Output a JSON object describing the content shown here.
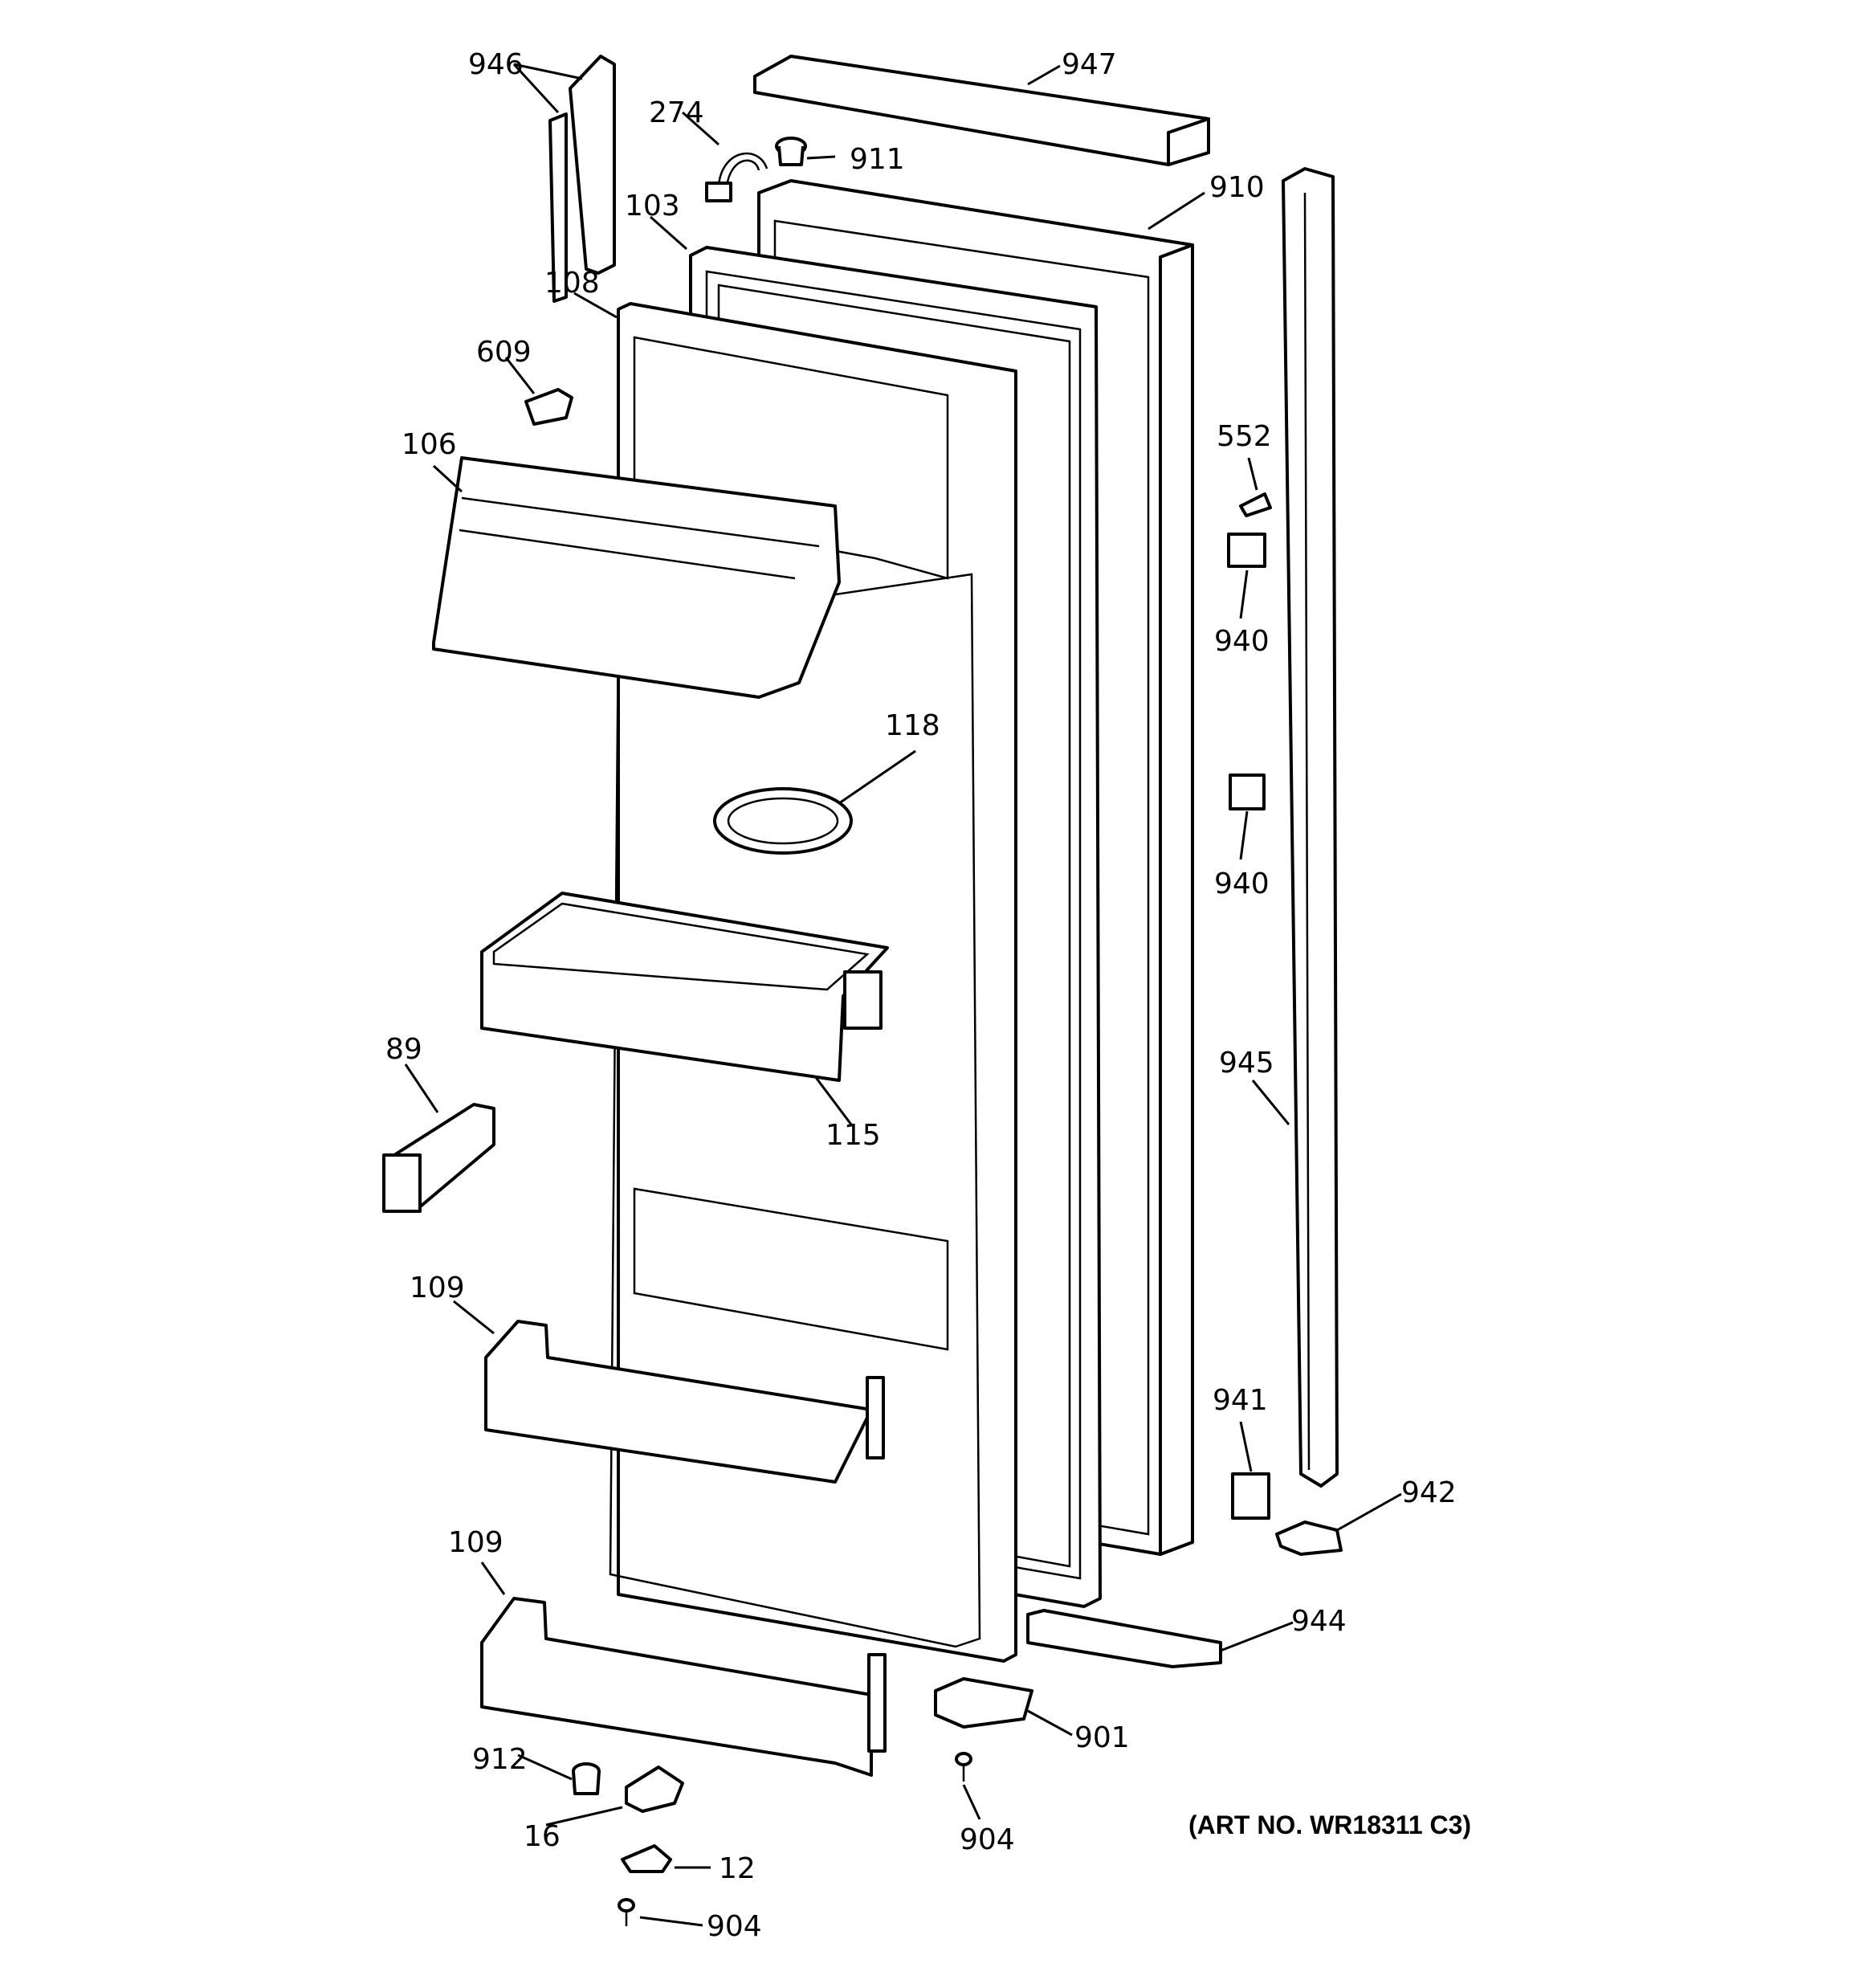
{
  "diagram": {
    "callouts": [
      "946",
      "947",
      "274",
      "911",
      "103",
      "910",
      "108",
      "609",
      "106",
      "552",
      "940",
      "118",
      "940",
      "945",
      "89",
      "115",
      "109",
      "941",
      "942",
      "109",
      "944",
      "901",
      "912",
      "16",
      "904",
      "12",
      "904"
    ],
    "art_number": "(ART NO. WR18311 C3)"
  }
}
